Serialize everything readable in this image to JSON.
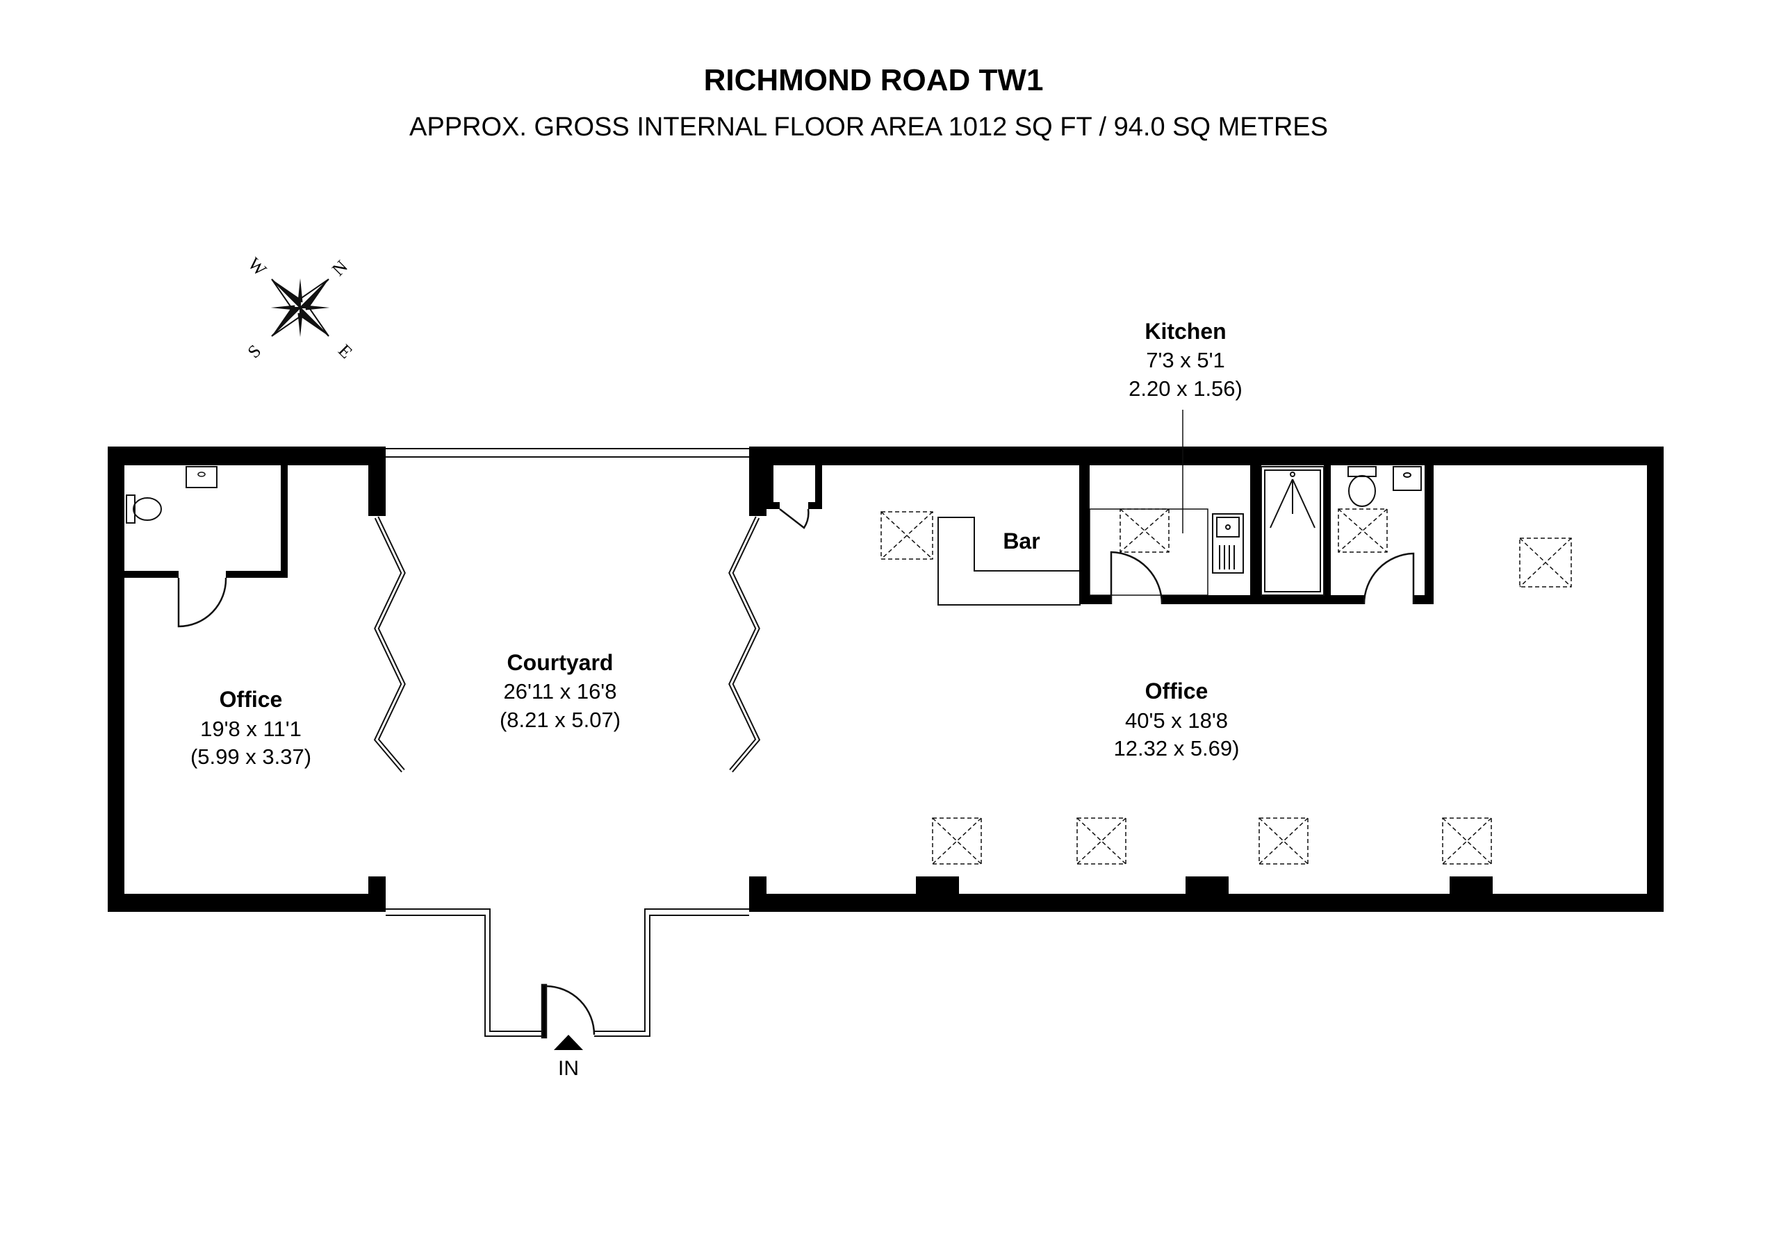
{
  "header": {
    "title": "RICHMOND ROAD TW1",
    "subtitle": "APPROX. GROSS INTERNAL FLOOR AREA 1012 SQ FT / 94.0 SQ METRES"
  },
  "compass": {
    "n": "N",
    "e": "E",
    "s": "S",
    "w": "W"
  },
  "rooms": {
    "office_left": {
      "name": "Office",
      "dim_imperial": "19'8 x 11'1",
      "dim_metric": "(5.99 x 3.37)"
    },
    "courtyard": {
      "name": "Courtyard",
      "dim_imperial": "26'11 x 16'8",
      "dim_metric": "(8.21 x 5.07)"
    },
    "office_main": {
      "name": "Office",
      "dim_imperial": "40'5 x 18'8",
      "dim_metric": "12.32 x 5.69)"
    },
    "kitchen": {
      "name": "Kitchen",
      "dim_imperial": "7'3 x 5'1",
      "dim_metric": "2.20 x 1.56)"
    },
    "bar": {
      "name": "Bar"
    }
  },
  "entrance": {
    "label": "IN"
  }
}
